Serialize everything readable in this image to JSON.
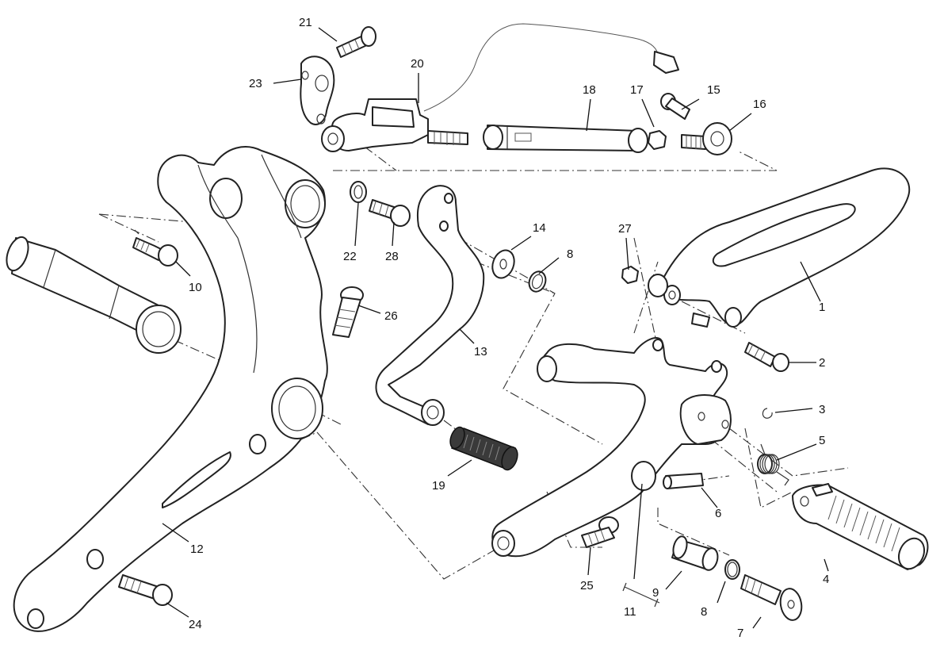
{
  "callouts": [
    {
      "id": "1",
      "label": "1"
    },
    {
      "id": "2",
      "label": "2"
    },
    {
      "id": "3",
      "label": "3"
    },
    {
      "id": "4",
      "label": "4"
    },
    {
      "id": "5",
      "label": "5"
    },
    {
      "id": "6",
      "label": "6"
    },
    {
      "id": "7",
      "label": "7"
    },
    {
      "id": "8a",
      "label": "8"
    },
    {
      "id": "8b",
      "label": "8"
    },
    {
      "id": "9",
      "label": "9"
    },
    {
      "id": "10",
      "label": "10"
    },
    {
      "id": "11",
      "label": "11"
    },
    {
      "id": "12",
      "label": "12"
    },
    {
      "id": "13",
      "label": "13"
    },
    {
      "id": "14",
      "label": "14"
    },
    {
      "id": "15",
      "label": "15"
    },
    {
      "id": "16",
      "label": "16"
    },
    {
      "id": "17",
      "label": "17"
    },
    {
      "id": "18",
      "label": "18"
    },
    {
      "id": "19",
      "label": "19"
    },
    {
      "id": "20",
      "label": "20"
    },
    {
      "id": "21",
      "label": "21"
    },
    {
      "id": "22",
      "label": "22"
    },
    {
      "id": "23",
      "label": "23"
    },
    {
      "id": "24",
      "label": "24"
    },
    {
      "id": "25",
      "label": "25"
    },
    {
      "id": "26",
      "label": "26"
    },
    {
      "id": "27",
      "label": "27"
    },
    {
      "id": "28",
      "label": "28"
    }
  ]
}
